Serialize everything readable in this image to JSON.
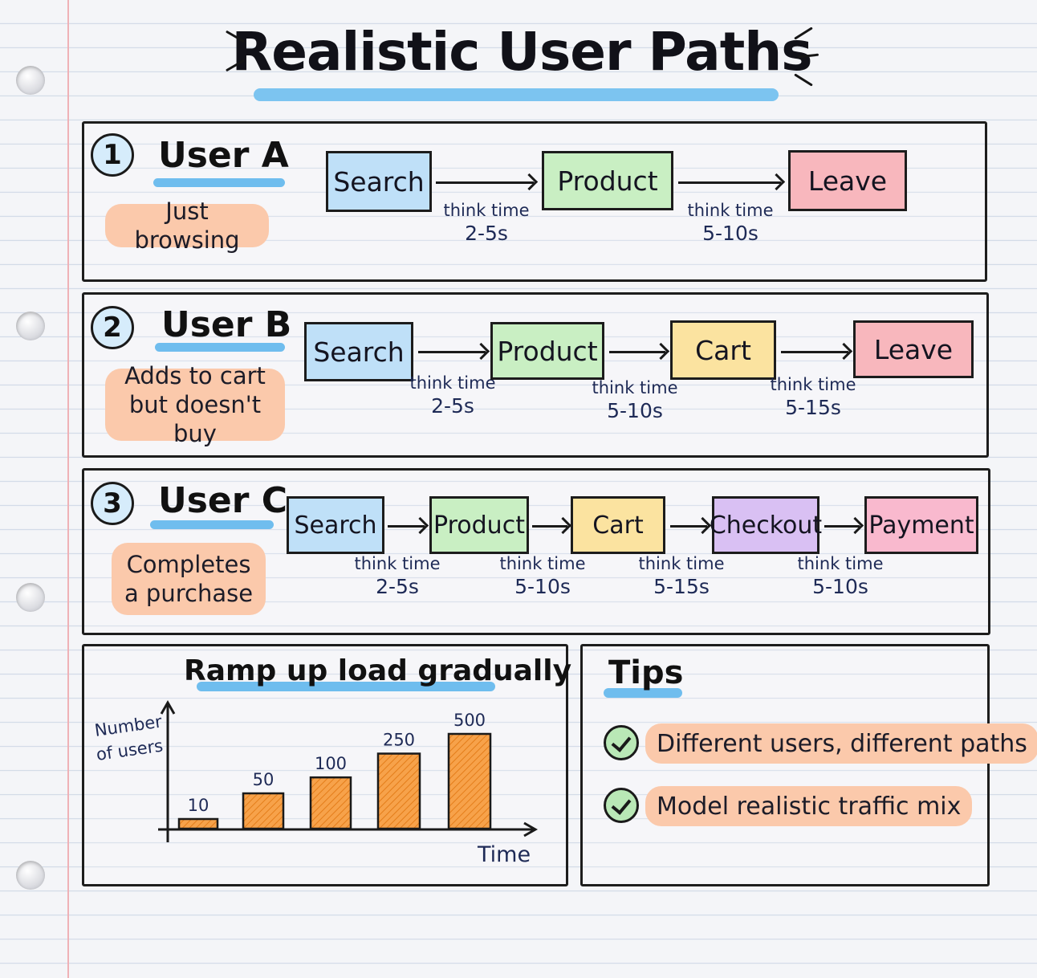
{
  "title": "Realistic User Paths",
  "users": [
    {
      "number": "1",
      "name": "User A",
      "description": "Just browsing",
      "steps": [
        "Search",
        "Product",
        "Leave"
      ],
      "think_times": [
        {
          "label": "think time",
          "range": "2-5s"
        },
        {
          "label": "think time",
          "range": "5-10s"
        }
      ]
    },
    {
      "number": "2",
      "name": "User B",
      "description": "Adds to cart but doesn't buy",
      "steps": [
        "Search",
        "Product",
        "Cart",
        "Leave"
      ],
      "think_times": [
        {
          "label": "think time",
          "range": "2-5s"
        },
        {
          "label": "think time",
          "range": "5-10s"
        },
        {
          "label": "think time",
          "range": "5-15s"
        }
      ]
    },
    {
      "number": "3",
      "name": "User C",
      "description": "Completes a purchase",
      "steps": [
        "Search",
        "Product",
        "Cart",
        "Checkout",
        "Payment"
      ],
      "think_times": [
        {
          "label": "think time",
          "range": "2-5s"
        },
        {
          "label": "think time",
          "range": "5-10s"
        },
        {
          "label": "think time",
          "range": "5-15s"
        },
        {
          "label": "think time",
          "range": "5-10s"
        }
      ]
    }
  ],
  "chart_data": {
    "type": "bar",
    "title": "Ramp up load gradually",
    "xlabel": "Time",
    "ylabel": "Number of users",
    "categories": [
      "",
      "",
      "",
      "",
      ""
    ],
    "values": [
      10,
      50,
      100,
      250,
      500
    ],
    "data_labels": [
      "10",
      "50",
      "100",
      "250",
      "500"
    ],
    "bar_color": "#f7a24a",
    "grid": false
  },
  "tips": {
    "title": "Tips",
    "items": [
      "Different users, different paths",
      "Model realistic traffic mix"
    ]
  },
  "colors": {
    "accent_blue": "#6fbdee",
    "highlight_orange": "#fbc9ab",
    "search": "#bfe0f8",
    "product": "#c9efc3",
    "leave": "#f8b7bd",
    "cart": "#fbe3a0",
    "checkout": "#d9c0f3",
    "payment": "#f9b9ce"
  }
}
